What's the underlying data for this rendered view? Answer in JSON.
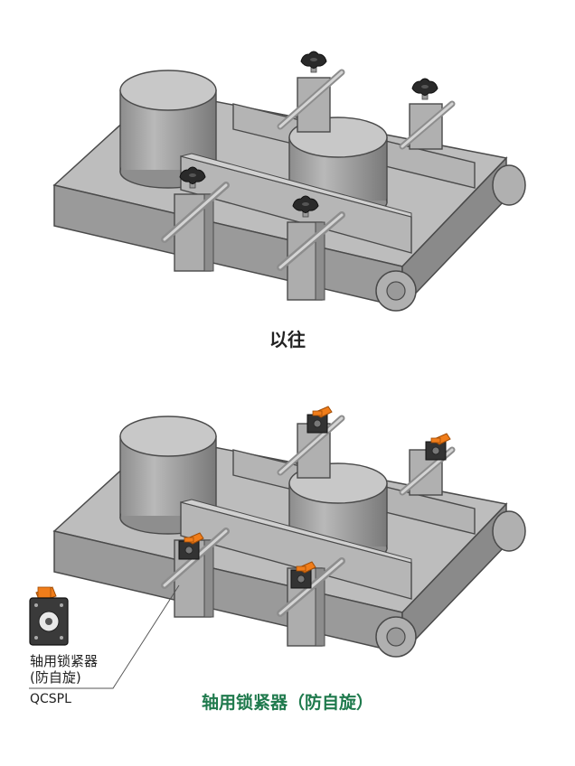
{
  "scene_top": {
    "caption": "以往"
  },
  "scene_bottom": {
    "caption": "轴用锁紧器（防自旋）"
  },
  "product_callout": {
    "name": "轴用锁紧器",
    "subtitle": "(防自旋)",
    "code": "QCSPL"
  },
  "colors": {
    "caption_before": "#222222",
    "caption_after": "#1f7a4d",
    "machine_grey": "#a8a8a8",
    "knob_black": "#2a2a2a",
    "lever_orange": "#f07d1a"
  }
}
